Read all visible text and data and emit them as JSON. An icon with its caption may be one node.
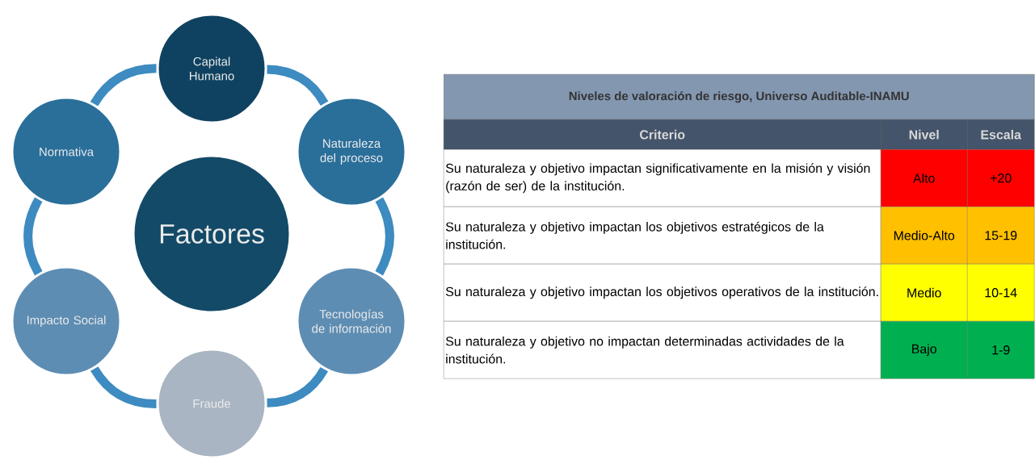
{
  "diagram": {
    "nodes": [
      {
        "text": [
          "Factores"
        ]
      },
      {
        "text": [
          "Capital Humano"
        ]
      },
      {
        "text": [
          "Naturaleza del proceso"
        ]
      },
      {
        "text": [
          "Tecnologías de información"
        ]
      },
      {
        "text": [
          "Fraude"
        ]
      },
      {
        "text": [
          "Impacto Social"
        ]
      },
      {
        "text": [
          "Normativa"
        ]
      }
    ],
    "edges": [
      {
        "from": 1,
        "to": 2,
        "arrow": "none"
      },
      {
        "from": 2,
        "to": 3,
        "arrow": "none"
      },
      {
        "from": 3,
        "to": 4,
        "arrow": "none"
      },
      {
        "from": 4,
        "to": 5,
        "arrow": "none"
      },
      {
        "from": 5,
        "to": 6,
        "arrow": "none"
      },
      {
        "from": 6,
        "to": 1,
        "arrow": "none"
      }
    ],
    "labels": [
      "Niveles de valoración de riesgo, Universo Auditable-INAMU",
      "Criterio",
      "Nivel",
      "Escala",
      "Su naturaleza y objetivo impactan significativamente en la misión y visión (razón de ser) de la institución.",
      "Alto",
      "+20",
      "Su naturaleza y objetivo impactan los objetivos estratégicos de la institución.",
      "Medio-Alto",
      "15-19",
      "Su naturaleza y objetivo impactan los objetivos operativos de la institución.",
      "Medio",
      "10-14",
      "Su naturaleza y objetivo no impactan determinadas actividades de la institución.",
      "Bajo",
      "1-9"
    ]
  }
}
